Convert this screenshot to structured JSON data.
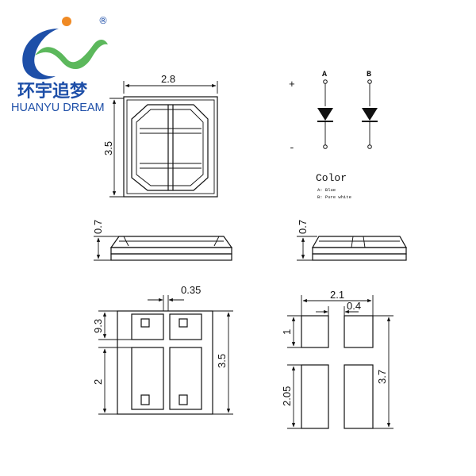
{
  "brand": {
    "name_cn": "环宇追梦",
    "name_en": "HUANYU DREAM",
    "registered_mark": "®",
    "colors": {
      "blue": "#1e4fa8",
      "green": "#5cb85c",
      "orange": "#f08a24"
    }
  },
  "top_view": {
    "width_label": "2.8",
    "height_label": "3.5"
  },
  "side_views": {
    "left_thickness_label": "0.7",
    "right_thickness_label": "0.7"
  },
  "bottom_view": {
    "gap_label": "0.35",
    "pad_height_label": "9.3",
    "lower_pad_label": "2",
    "overall_height_label": "3.5"
  },
  "pcb_layout": {
    "width_label": "2.1",
    "gap_label": "0.4",
    "upper_pad_label": "1",
    "lower_pad_label": "2.05",
    "overall_height_label": "3.7"
  },
  "schematic": {
    "plus_label": "+",
    "minus_label": "-",
    "diode_a_label": "A",
    "diode_b_label": "B"
  },
  "color_legend": {
    "title": "Color",
    "line_a": "A: Blue",
    "line_b": "B: Pure white"
  }
}
